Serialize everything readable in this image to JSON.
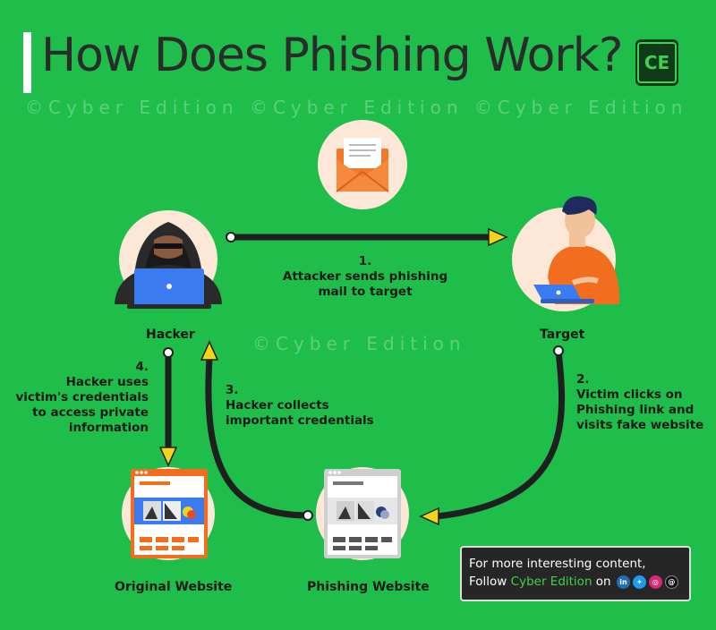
{
  "header": {
    "title": "How Does Phishing Work?",
    "logo_text": "CE",
    "watermark_top": "©Cyber Edition ©Cyber Edition ©Cyber Edition",
    "watermark_mid": "©Cyber Edition"
  },
  "nodes": {
    "hacker": "Hacker",
    "target": "Target",
    "original_website": "Original Website",
    "phishing_website": "Phishing Website"
  },
  "steps": {
    "s1_num": "1.",
    "s1_line1": "Attacker sends phishing",
    "s1_line2": "mail to target",
    "s2_num": "2.",
    "s2_line1": "Victim clicks on",
    "s2_line2": "Phishing link and",
    "s2_line3": "visits fake website",
    "s3_num": "3.",
    "s3_line1": "Hacker collects",
    "s3_line2": "important credentials",
    "s4_num": "4.",
    "s4_line1": "Hacker uses",
    "s4_line2": "victim's credentials",
    "s4_line3": "to access private",
    "s4_line4": "information"
  },
  "footer": {
    "line1": "For more interesting content,",
    "follow": "Follow",
    "brand": "Cyber Edition",
    "on": "on",
    "social_icons": [
      "linkedin-icon",
      "twitter-icon",
      "instagram-icon",
      "threads-icon"
    ]
  },
  "colors": {
    "background": "#1fbe4a",
    "arrow_line": "#1f1f1f",
    "arrow_head": "#f5d31b",
    "circle_fill": "#fde8d8",
    "envelope": "#f07a2a",
    "laptop": "#3a7bf0",
    "brand_green": "#3fd14e"
  }
}
